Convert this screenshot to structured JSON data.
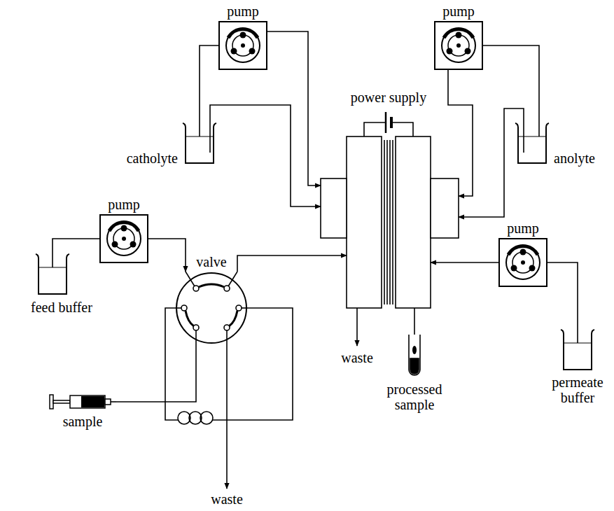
{
  "diagram": {
    "nodes": [
      {
        "text": [
          "pump"
        ]
      },
      {
        "text": [
          "pump"
        ]
      },
      {
        "text": [
          "catholyte"
        ]
      },
      {
        "text": [
          "anolyte"
        ]
      },
      {
        "text": [
          "pump"
        ]
      },
      {
        "text": [
          "valve"
        ]
      },
      {
        "text": [
          "feed buffer"
        ]
      },
      {
        "text": [
          "pump"
        ]
      },
      {
        "text": [
          "permeate buffer"
        ]
      },
      {
        "text": [
          "sample"
        ]
      }
    ],
    "edges": [
      {
        "from": 2,
        "to": 0,
        "arrow": "none"
      },
      {
        "from": 3,
        "to": 1,
        "arrow": "none"
      },
      {
        "from": 6,
        "to": 4,
        "arrow": "none"
      },
      {
        "from": 4,
        "to": 5,
        "arrow": "to"
      },
      {
        "from": 9,
        "to": 5,
        "arrow": "none"
      },
      {
        "from": 8,
        "to": 7,
        "arrow": "none"
      }
    ],
    "labels": [
      "power supply",
      "waste",
      "processed sample",
      "waste"
    ]
  }
}
